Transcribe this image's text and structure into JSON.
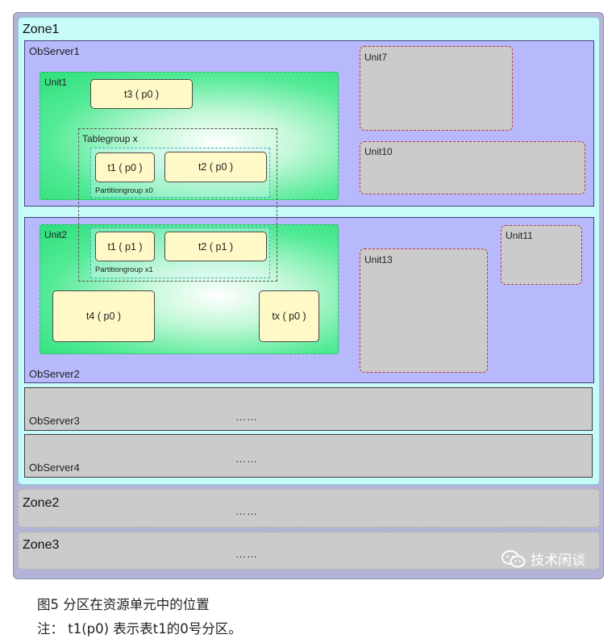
{
  "zones": {
    "zone1": "Zone1",
    "zone2": "Zone2",
    "zone3": "Zone3"
  },
  "servers": {
    "s1": "ObServer1",
    "s2": "ObServer2",
    "s3": "ObServer3",
    "s4": "ObServer4"
  },
  "units": {
    "u1": "Unit1",
    "u2": "Unit2",
    "u7": "Unit7",
    "u10": "Unit10",
    "u11": "Unit11",
    "u13": "Unit13"
  },
  "partitions": {
    "t3p0": "t3 ( p0 )",
    "t1p0": "t1 ( p0 )",
    "t2p0": "t2 ( p0 )",
    "t1p1": "t1 ( p1 )",
    "t2p1": "t2 ( p1 )",
    "t4p0": "t4 ( p0 )",
    "txp0": "tx ( p0 )"
  },
  "groups": {
    "tablegroup": "Tablegroup x",
    "pg0": "Partitiongroup x0",
    "pg1": "Partitiongroup x1"
  },
  "ellipsis": "……",
  "watermark": "技术闲谈",
  "caption": {
    "line1": "图5 分区在资源单元中的位置",
    "line2": "注： t1(p0) 表示表t1的0号分区。"
  },
  "colors": {
    "zone1_bg": "#c6fbfa",
    "server_bg": "#b8b8fc",
    "grey": "#cbcbcb",
    "unit_green": "#2ddf7b",
    "partition": "#fef9c7",
    "grey_unit_border": "#b23a48"
  }
}
